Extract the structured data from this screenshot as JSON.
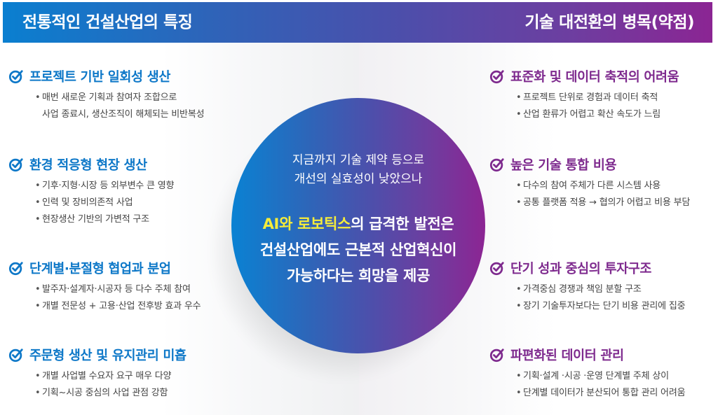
{
  "header": {
    "left_title": "전통적인 건설산업의 특징",
    "right_title": "기술 대전환의 병목(약점)",
    "gradient_start": "#0a7fd0",
    "gradient_end": "#8b2593"
  },
  "center": {
    "intro_line1": "지금까지 기술 제약 등으로",
    "intro_line2": "개선의 실효성이 낮았으나",
    "highlight_ai": "AI와",
    "highlight_robotics": "로보틱스",
    "main_line1_rest": "의 급격한 발전은",
    "main_line2": "건설산업에도 근본적 산업혁신이",
    "main_line3": "가능하다는 희망을 제공",
    "highlight_color": "#f5ec3a"
  },
  "left_items": [
    {
      "icon": "check-circle-icon",
      "title": "프로젝트 기반 일회성 생산",
      "bullets": [
        "매번 새로운 기획과 참여자 조합으로",
        "사업 종료시, 생산조직이 해체되는 비반복성"
      ]
    },
    {
      "icon": "check-circle-icon",
      "title": "환경 적응형 현장 생산",
      "bullets": [
        "기후·지형·시장 등 외부변수 큰 영향",
        "인력 및 장비의존적 사업",
        "현장생산 기반의 가변적 구조"
      ]
    },
    {
      "icon": "check-circle-icon",
      "title": "단계별·분절형 협업과 분업",
      "bullets": [
        "발주자·설계자·시공자 등 다수 주체 참여",
        "개별 전문성 + 고용·산업 전후방 효과 우수"
      ]
    },
    {
      "icon": "check-circle-icon",
      "title": "주문형 생산 및 유지관리 미흡",
      "bullets": [
        "개별 사업별 수요자 요구 매우 다양",
        "기획~시공  중심의 사업 관점 강함"
      ]
    }
  ],
  "right_items": [
    {
      "icon": "check-circle-icon",
      "title": "표준화 및 데이터 축적의 어려움",
      "bullets": [
        "프로젝트 단위로 경험과 데이터 축적",
        "산업 환류가 어렵고 확산 속도가 느림"
      ]
    },
    {
      "icon": "check-circle-icon",
      "title": "높은 기술 통합 비용",
      "bullets": [
        "다수의 참여 주체가 다른 시스템 사용",
        "공통 플랫폼 적용 → 협의가 어렵고 비용 부담"
      ]
    },
    {
      "icon": "check-circle-icon",
      "title": "단기 성과 중심의 투자구조",
      "bullets": [
        "가격중심 경쟁과 책임 분할 구조",
        "장기 기술투자보다는 단기 비용 관리에 집중"
      ]
    },
    {
      "icon": "check-circle-icon",
      "title": "파편화된 데이터 관리",
      "bullets": [
        "기획·설계 ·시공 ·운영 단계별 주체 상이",
        "단계별 데이터가 분산되어 통합 관리 어려움"
      ]
    }
  ],
  "colors": {
    "left_accent": "#0e78c8",
    "right_accent": "#7e2a8e",
    "bullet_text": "#444444"
  }
}
